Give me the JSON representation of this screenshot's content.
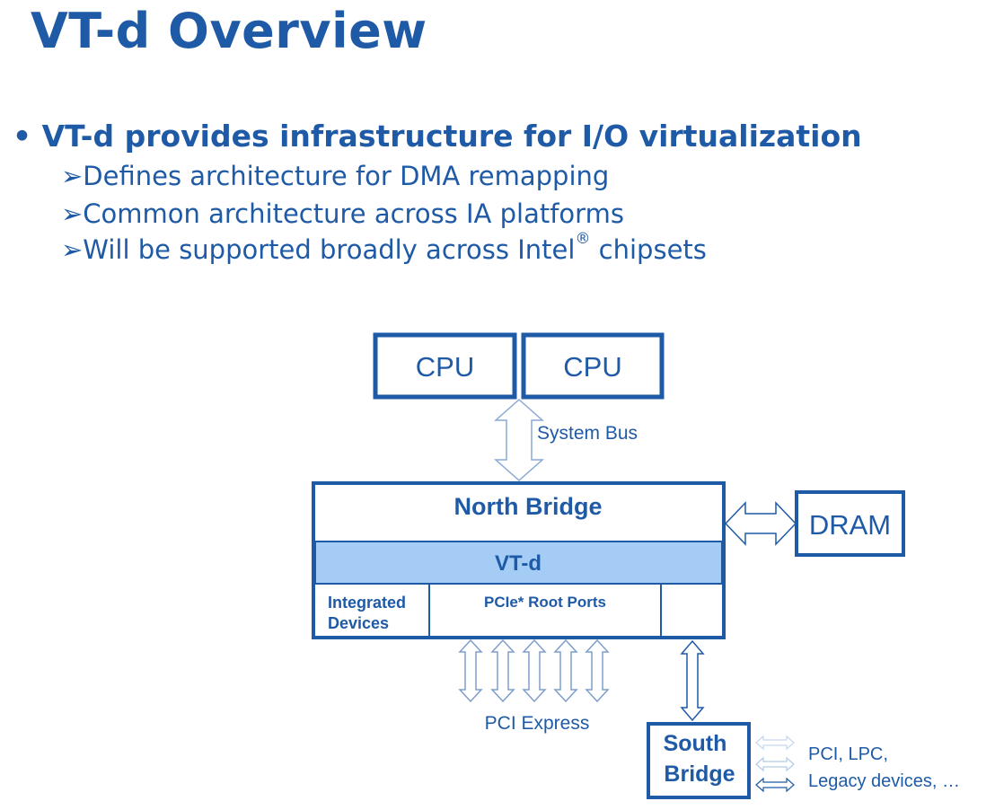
{
  "slide": {
    "title": "VT-d Overview",
    "bullet": "• VT-d provides infrastructure for I/O virtualization",
    "sub_bullets": [
      {
        "text": "➢Defines architecture for DMA remapping"
      },
      {
        "text": "➢Common architecture across IA platforms"
      },
      {
        "text": "➢Will be supported broadly across Intel",
        "sup": "®",
        "after": " chipsets"
      }
    ]
  },
  "diagram": {
    "cpu1": "CPU",
    "cpu2": "CPU",
    "system_bus": "System Bus",
    "north_bridge": "North Bridge",
    "vtd": "VT-d",
    "integrated_line1": "Integrated",
    "integrated_line2": "Devices",
    "pcie_root_ports": "PCIe* Root Ports",
    "dram": "DRAM",
    "pci_express": "PCI Express",
    "south_bridge_line1": "South",
    "south_bridge_line2": "Bridge",
    "legacy_line1": "PCI, LPC,",
    "legacy_line2": "Legacy devices, …"
  },
  "colors": {
    "primary": "#1f5aa6",
    "vtd_fill": "#a5ccf5"
  }
}
